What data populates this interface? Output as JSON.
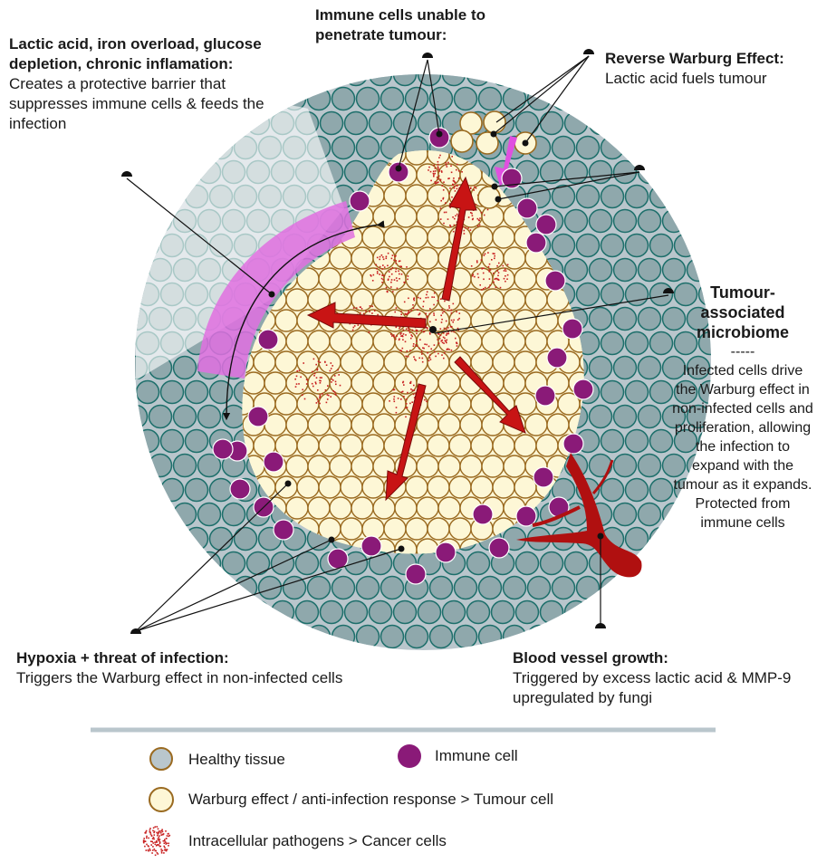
{
  "labels": {
    "lactic": {
      "title": "Lactic acid, iron overload, glucose depletion, chronic inflamation:",
      "body": "Creates a protective barrier that suppresses immune cells & feeds the infection"
    },
    "immune_penetrate": {
      "title": "Immune cells unable to penetrate tumour:"
    },
    "reverse_warburg": {
      "title": "Reverse Warburg Effect:",
      "body": "Lactic acid fuels tumour"
    },
    "tumour_microbiome": {
      "title": "Tumour-associated microbiome",
      "divider": "-----",
      "body": "Infected cells drive the Warburg effect in non-infected cells and proliferation, allowing the infection to expand with the tumour as it expands. Protected from immune cells"
    },
    "hypoxia": {
      "title": "Hypoxia + threat of infection:",
      "body": "Triggers the Warburg effect in non-infected cells"
    },
    "blood_vessel": {
      "title": "Blood vessel growth:",
      "body": "Triggered by excess lactic acid & MMP-9 upregulated by fungi"
    }
  },
  "legend": {
    "healthy": "Healthy tissue",
    "immune": "Immune cell",
    "warburg": "Warburg effect / anti-infection response > Tumour cell",
    "pathogen": "Intracellular pathogens > Cancer cells"
  },
  "colors": {
    "healthy_fill": "#8fa8ac",
    "healthy_stroke": "#1d6f6b",
    "tissue_bg": "#b9c6cc",
    "tumour_fill": "#fdf7d6",
    "tumour_stroke": "#9a6a20",
    "immune_fill": "#8a1a78",
    "barrier": "#e070e0",
    "pathogen": "#c82020",
    "arrow": "#c81414",
    "vessel": "#b01010"
  }
}
